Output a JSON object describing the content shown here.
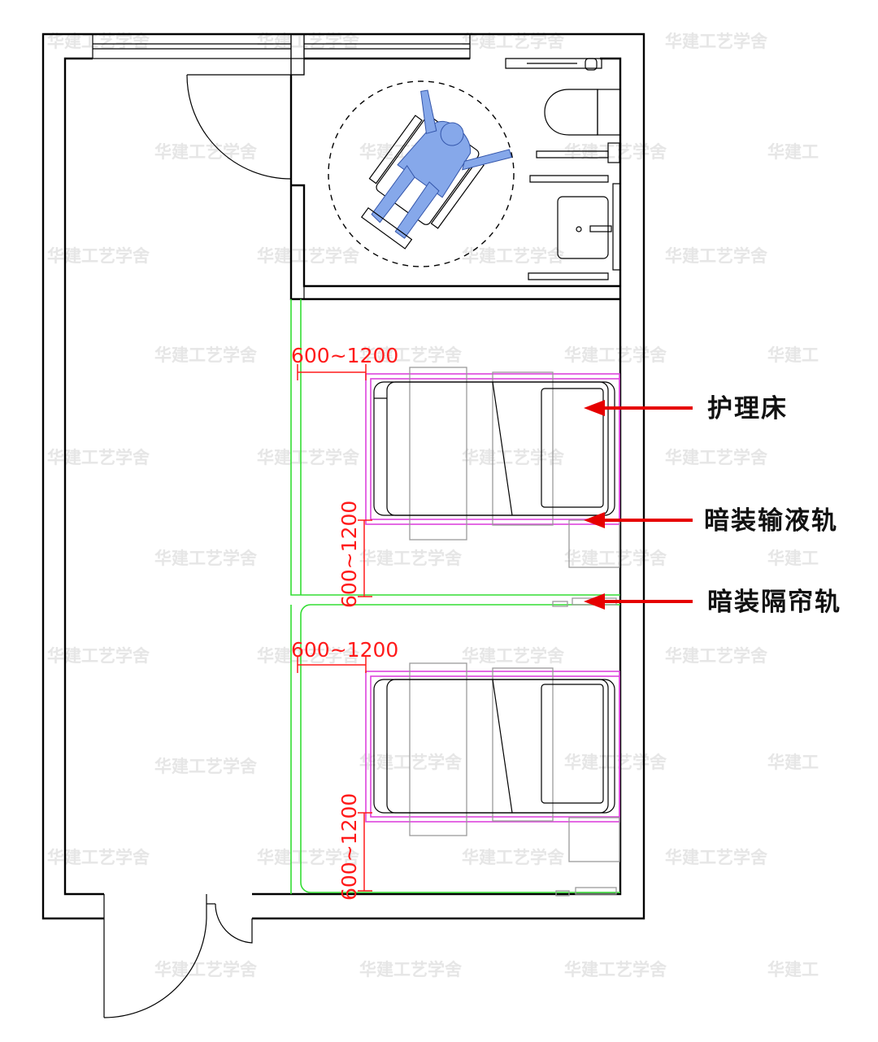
{
  "watermark": "华建工艺学舍",
  "watermark_short": "华建工",
  "labels": {
    "nursing_bed": "护理床",
    "concealed_iv_track": "暗装输液轨",
    "concealed_curtain_track": "暗装隔帘轨"
  },
  "dimensions": {
    "bed1_side_clearance": "600~1200",
    "bed1_foot_clearance": "600~1200",
    "bed2_side_clearance": "600~1200",
    "bed2_foot_clearance": "600~1200"
  },
  "colors": {
    "wall": "#000000",
    "dimension": "#ff1a1a",
    "arrow": "#e60000",
    "curtain_track": "#33dd33",
    "iv_track": "#dd44dd",
    "wheelchair_figure": "#86a8ea",
    "watermark": "#e6e6e6"
  }
}
